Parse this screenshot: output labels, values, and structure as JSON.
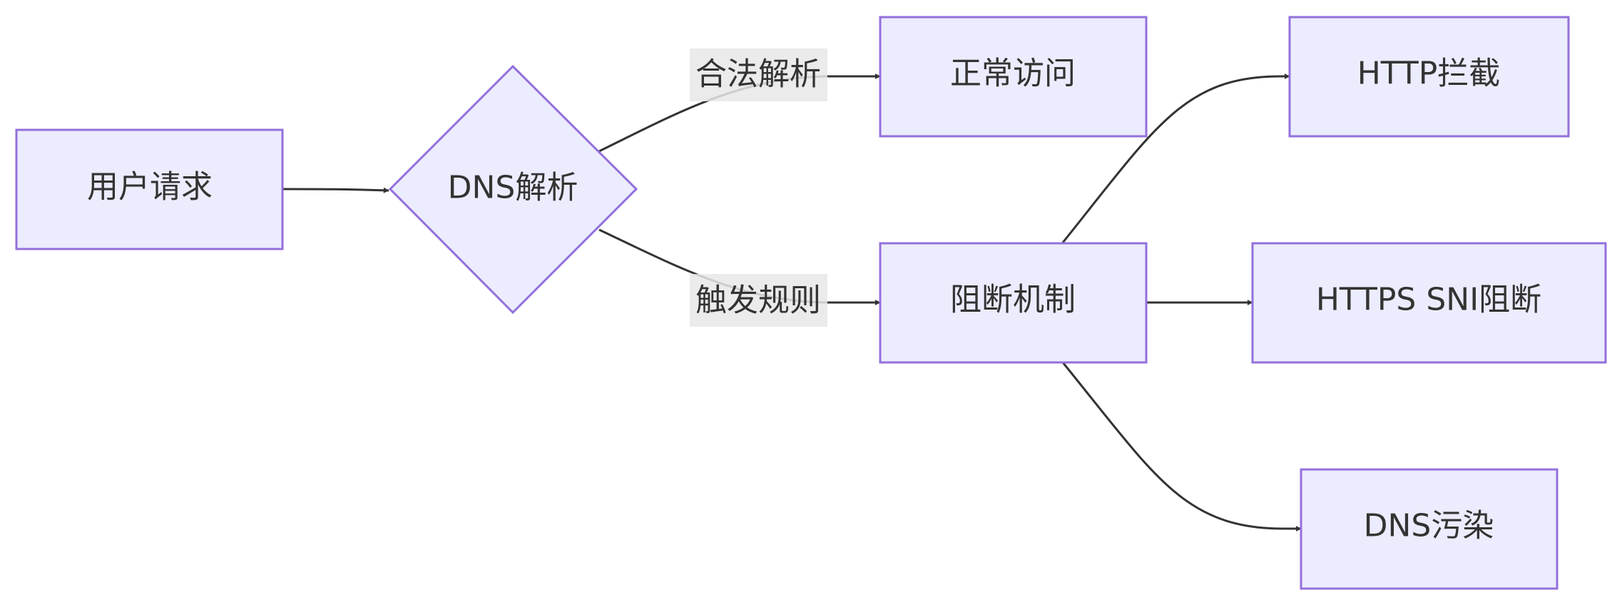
{
  "nodes": {
    "user_request": "用户请求",
    "dns_resolve": "DNS解析",
    "normal_access": "正常访问",
    "block_mechanism": "阻断机制",
    "http_intercept": "HTTP拦截",
    "https_sni_block": "HTTPS SNI阻断",
    "dns_pollution": "DNS污染"
  },
  "edges": {
    "legal_resolve": "合法解析",
    "trigger_rule": "触发规则"
  },
  "colors": {
    "node_fill": "#ECECFF",
    "node_stroke": "#9370DB",
    "edge": "#333333",
    "label_bg": "#E8E8E8"
  }
}
